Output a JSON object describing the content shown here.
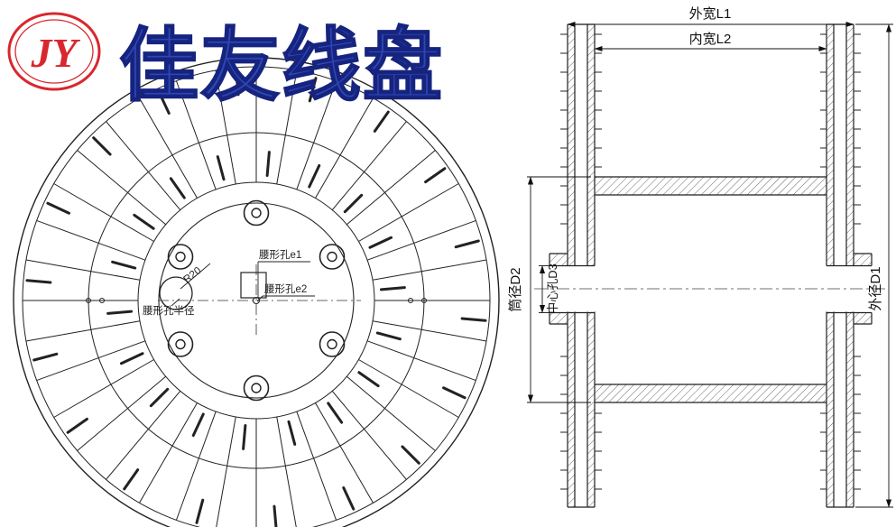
{
  "logo": {
    "monogram": "JY",
    "brand": "佳友线盘"
  },
  "front_view": {
    "label_e1": "腰形孔e1",
    "label_e2": "腰形孔e2",
    "label_r20": "R20",
    "label_radius": "腰形孔半径"
  },
  "section_view": {
    "label_outer_width": "外宽L1",
    "label_inner_width": "内宽L2",
    "label_barrel_dia": "筒径D2",
    "label_center_hole": "中心孔D3",
    "label_outer_dia": "外径D1"
  },
  "colors": {
    "logo_red": "#d9272e",
    "brand_blue": "#2f47b4",
    "line": "#1f1f1f"
  }
}
